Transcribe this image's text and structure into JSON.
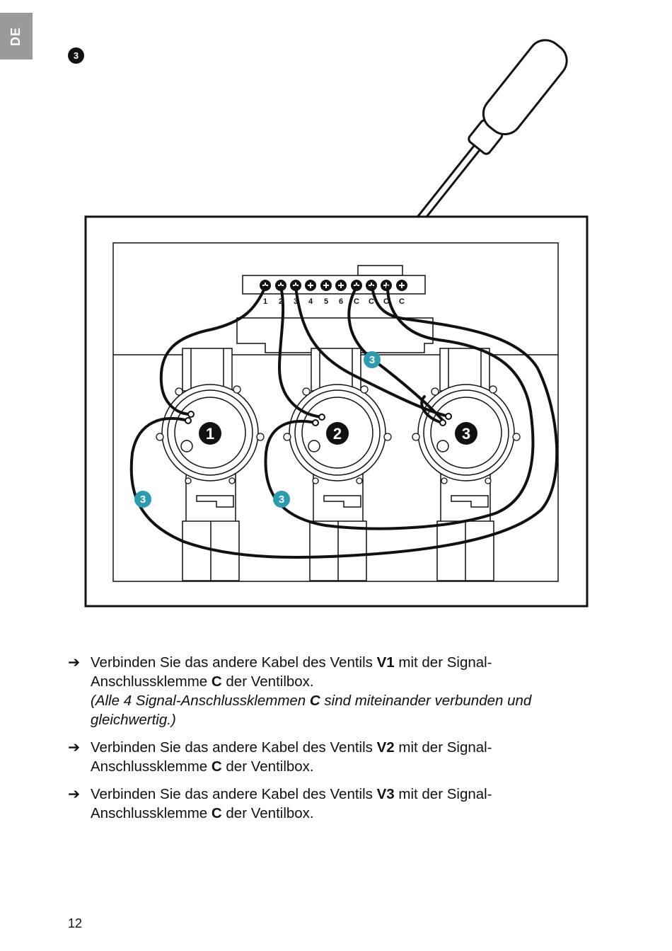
{
  "language_tab": "DE",
  "step_number": "3",
  "diagram": {
    "terminal_labels": [
      "1",
      "2",
      "3",
      "4",
      "5",
      "6",
      "C",
      "C",
      "C",
      "C"
    ],
    "valve_numbers": [
      "1",
      "2",
      "3"
    ],
    "callout_label": "3",
    "colors": {
      "callout": "#2a9bb0",
      "lines": "#111111"
    }
  },
  "instructions": [
    {
      "arrow": "➔",
      "before": "Verbinden Sie das andere Kabel des Ventils ",
      "valve": "V1",
      "middle": " mit der Signal-",
      "line2_before": "Anschlussklemme ",
      "terminal": "C",
      "after": " der Ventilbox.",
      "note_before": "(Alle 4 Signal-Anschlussklemmen ",
      "note_terminal": "C",
      "note_after": " sind miteinander verbunden und gleichwertig.)"
    },
    {
      "arrow": "➔",
      "before": "Verbinden Sie das andere Kabel des Ventils ",
      "valve": "V2",
      "middle": " mit der Signal-",
      "line2_before": "Anschlussklemme ",
      "terminal": "C",
      "after": " der Ventilbox."
    },
    {
      "arrow": "➔",
      "before": "Verbinden Sie das andere Kabel des Ventils ",
      "valve": "V3",
      "middle": " mit der Signal-",
      "line2_before": "Anschlussklemme ",
      "terminal": "C",
      "after": " der Ventilbox."
    }
  ],
  "page_number": "12"
}
